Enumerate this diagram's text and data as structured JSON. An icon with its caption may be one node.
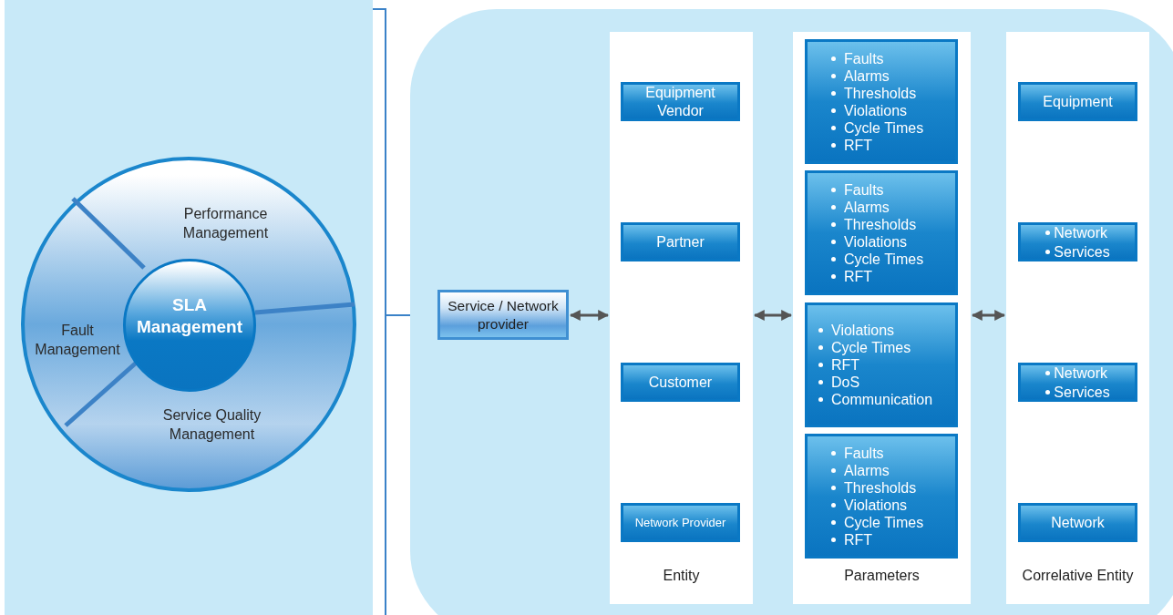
{
  "diagram": {
    "nodes": [
      {
        "text": [],
        "shape": "box"
      },
      {
        "text": [
          "SLA Management"
        ],
        "in": 0
      },
      {
        "text": [
          "Performance Management"
        ],
        "in": 0
      },
      {
        "text": [
          "Fault Management"
        ],
        "in": 0
      },
      {
        "text": [
          "Service Quality Management"
        ],
        "in": 0
      },
      {
        "text": [],
        "shape": "box"
      },
      {
        "text": [
          "Service / Network provider"
        ],
        "in": 5
      },
      {
        "text": [
          "Entity"
        ],
        "in": 5
      },
      {
        "text": [
          "Equipment Vendor"
        ],
        "in": 7
      },
      {
        "text": [
          "Partner"
        ],
        "in": 7
      },
      {
        "text": [
          "Customer"
        ],
        "in": 7
      },
      {
        "text": [
          "Network Provider"
        ],
        "in": 7
      },
      {
        "text": [
          "Parameters"
        ],
        "in": 5
      },
      {
        "text": [
          "Faults",
          "Alarms",
          "Thresholds",
          "Violations",
          "Cycle Times",
          "RFT"
        ],
        "in": 12
      },
      {
        "text": [
          "Faults",
          "Alarms",
          "Thresholds",
          "Violations",
          "Cycle Times",
          "RFT"
        ],
        "in": 12
      },
      {
        "text": [
          "Violations",
          "Cycle Times",
          "RFT",
          "DoS",
          "Communication"
        ],
        "in": 12
      },
      {
        "text": [
          "Faults",
          "Alarms",
          "Thresholds",
          "Violations",
          "Cycle Times",
          "RFT"
        ],
        "in": 12
      },
      {
        "text": [
          "Correlative Entity"
        ],
        "in": 5
      },
      {
        "text": [
          "Equipment"
        ],
        "in": 17
      },
      {
        "text": [
          "Network",
          "Services"
        ],
        "in": 17
      },
      {
        "text": [
          "Network",
          "Services"
        ],
        "in": 17
      },
      {
        "text": [
          "Network"
        ],
        "in": 17
      }
    ],
    "edges": [
      {
        "from": 0,
        "to": 5,
        "arrow": "none",
        "color": "#3b82c8"
      },
      {
        "from": 6,
        "to": 7,
        "arrow": "both"
      },
      {
        "from": 7,
        "to": 12,
        "arrow": "both"
      },
      {
        "from": 12,
        "to": 17,
        "arrow": "both"
      }
    ]
  }
}
